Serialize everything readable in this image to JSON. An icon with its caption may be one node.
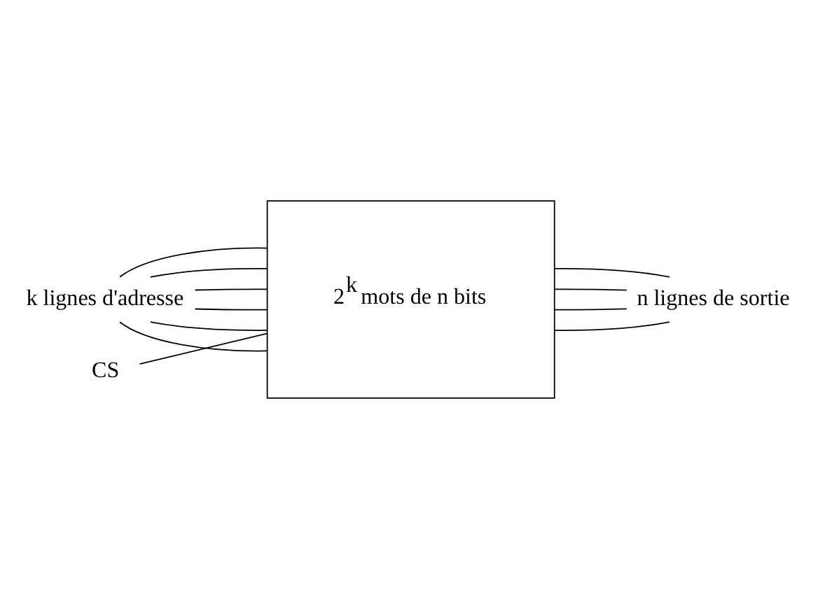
{
  "diagram": {
    "nodes": [
      {
        "text": [
          "k lignes d'adresse"
        ]
      },
      {
        "text": [
          "CS"
        ]
      },
      {
        "text": [
          "2$^{k}$ mots de n bits"
        ]
      },
      {
        "text": [
          "n lignes de sortie"
        ]
      }
    ],
    "edges": [
      {
        "from": 0,
        "to": 2,
        "arrow": "none"
      },
      {
        "from": 0,
        "to": 2,
        "arrow": "none"
      },
      {
        "from": 0,
        "to": 2,
        "arrow": "none"
      },
      {
        "from": 0,
        "to": 2,
        "arrow": "none"
      },
      {
        "from": 0,
        "to": 2,
        "arrow": "none"
      },
      {
        "from": 0,
        "to": 2,
        "arrow": "none"
      },
      {
        "from": 1,
        "to": 2,
        "arrow": "none"
      },
      {
        "from": 2,
        "to": 3,
        "arrow": "none"
      },
      {
        "from": 2,
        "to": 3,
        "arrow": "none"
      },
      {
        "from": 2,
        "to": 3,
        "arrow": "none"
      },
      {
        "from": 2,
        "to": 3,
        "arrow": "none"
      }
    ]
  }
}
